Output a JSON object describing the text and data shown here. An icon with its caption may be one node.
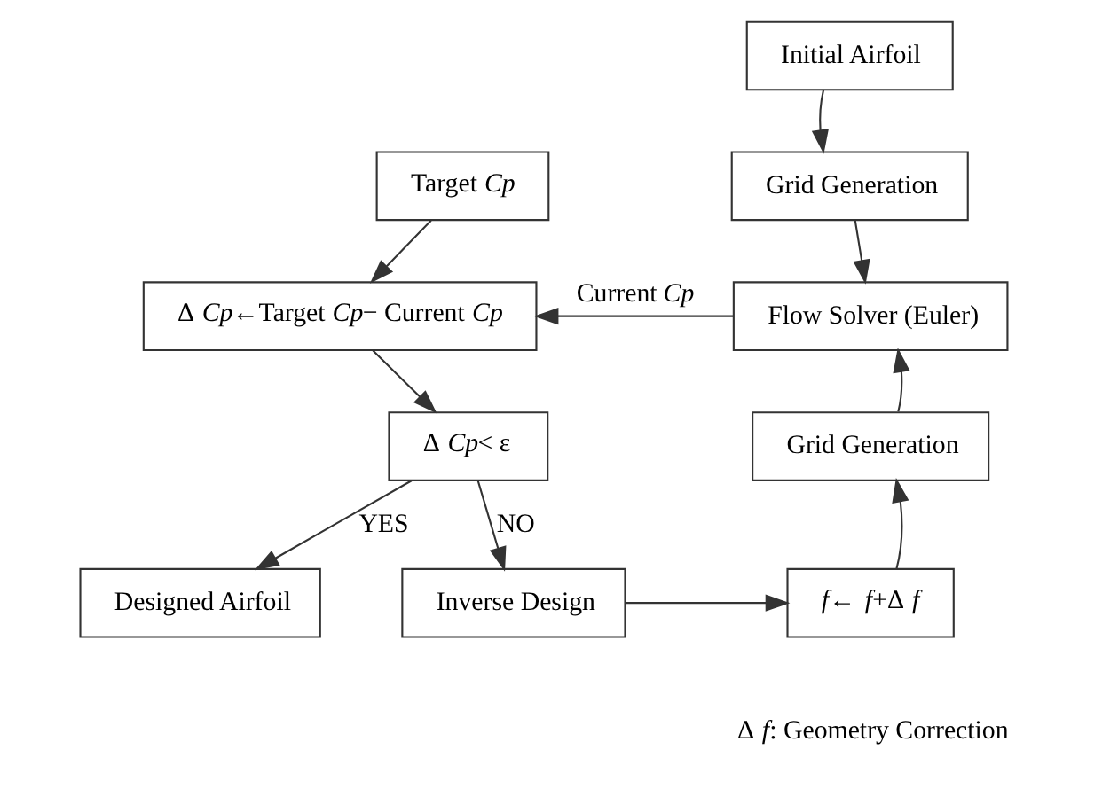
{
  "diagram": {
    "nodes": [
      {
        "text": [
          "Target *Cp*"
        ]
      },
      {
        "text": [
          "Initial Airfoil"
        ]
      },
      {
        "text": [
          "Grid Generation"
        ]
      },
      {
        "text": [
          "Δ *Cp*←Target *Cp*− Current *Cp*"
        ]
      },
      {
        "text": [
          "Flow Solver (Euler)"
        ]
      },
      {
        "text": [
          "Δ *Cp*< ε"
        ]
      },
      {
        "text": [
          "Grid Generation"
        ]
      },
      {
        "text": [
          "Inverse Design"
        ]
      },
      {
        "text": [
          "*f*← *f*+Δ *f*"
        ]
      },
      {
        "text": [
          "Designed Airfoil"
        ]
      }
    ],
    "edges": [
      {
        "from": 0,
        "to": 3,
        "arrow": "to"
      },
      {
        "from": 1,
        "to": 2,
        "arrow": "to"
      },
      {
        "from": 2,
        "to": 4,
        "arrow": "to"
      },
      {
        "from": 4,
        "to": 3,
        "arrow": "to",
        "label": "Current *Cp*"
      },
      {
        "from": 3,
        "to": 5,
        "arrow": "to"
      },
      {
        "from": 5,
        "to": 9,
        "arrow": "to",
        "label": "YES"
      },
      {
        "from": 5,
        "to": 7,
        "arrow": "to",
        "label": "NO"
      },
      {
        "from": 7,
        "to": 8,
        "arrow": "to"
      },
      {
        "from": 8,
        "to": 6,
        "arrow": "to"
      },
      {
        "from": 6,
        "to": 4,
        "arrow": "to"
      }
    ],
    "labels": [
      "Δ *f*: Geometry Correction"
    ]
  }
}
